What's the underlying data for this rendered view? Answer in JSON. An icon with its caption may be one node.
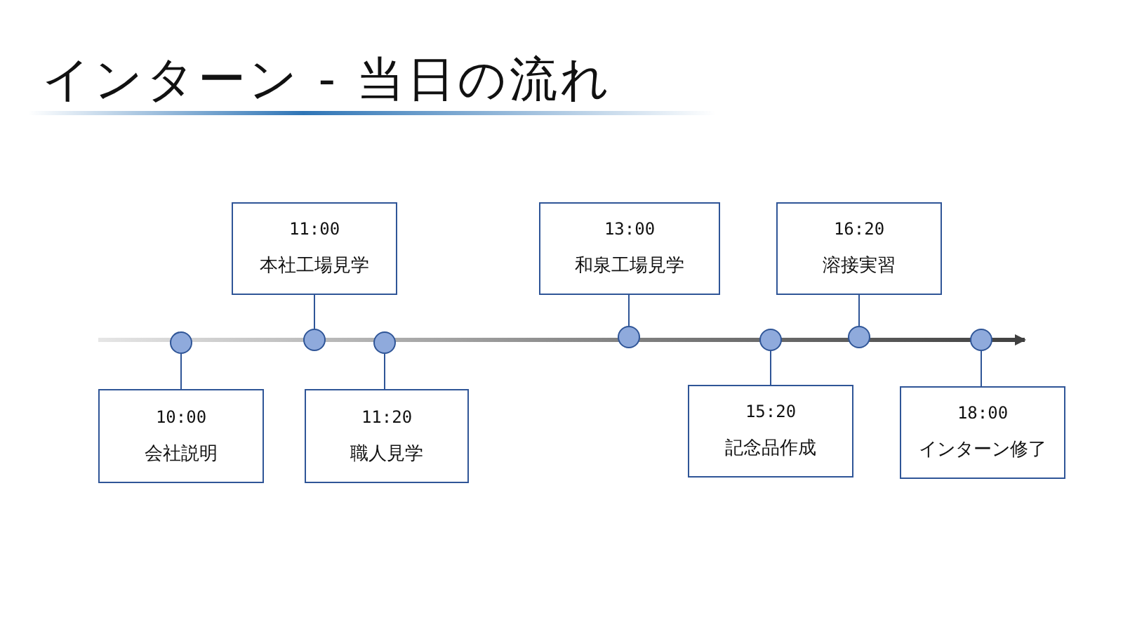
{
  "diagram": {
    "title": "インターン - 当日の流れ",
    "nodes": [
      {
        "text": [
          "10:00",
          "会社説明"
        ]
      },
      {
        "text": [
          "11:00",
          "本社工場見学"
        ]
      },
      {
        "text": [
          "11:20",
          "職人見学"
        ]
      },
      {
        "text": [
          "13:00",
          "和泉工場見学"
        ]
      },
      {
        "text": [
          "15:20",
          "記念品作成"
        ]
      },
      {
        "text": [
          "16:20",
          "溶接実習"
        ]
      },
      {
        "text": [
          "18:00",
          "インターン修了"
        ]
      },
      {
        "text": [],
        "shape": "circle"
      },
      {
        "text": [],
        "shape": "circle"
      },
      {
        "text": [],
        "shape": "circle"
      },
      {
        "text": [],
        "shape": "circle"
      },
      {
        "text": [],
        "shape": "circle"
      },
      {
        "text": [],
        "shape": "circle"
      },
      {
        "text": [],
        "shape": "circle"
      }
    ],
    "edges": [
      {
        "from": 0,
        "to": 7,
        "arrow": "none"
      },
      {
        "from": 1,
        "to": 8,
        "arrow": "none"
      },
      {
        "from": 2,
        "to": 9,
        "arrow": "none"
      },
      {
        "from": 3,
        "to": 10,
        "arrow": "none"
      },
      {
        "from": 4,
        "to": 11,
        "arrow": "none"
      },
      {
        "from": 5,
        "to": 12,
        "arrow": "none"
      },
      {
        "from": 6,
        "to": 13,
        "arrow": "none"
      }
    ]
  }
}
